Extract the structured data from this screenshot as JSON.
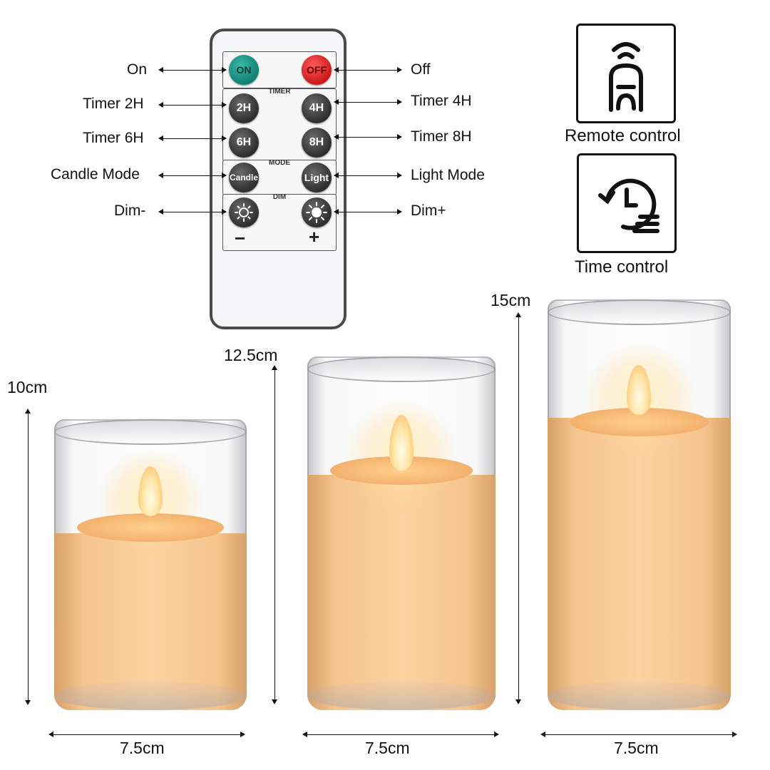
{
  "remote": {
    "buttons": {
      "on": "ON",
      "off": "OFF",
      "t2": "2H",
      "t4": "4H",
      "t6": "6H",
      "t8": "8H",
      "candle": "Candle",
      "light": "Light",
      "minus": "−",
      "plus": "+"
    },
    "sections": {
      "timer": "TIMER",
      "mode": "MODE",
      "dim": "DIM"
    },
    "colors": {
      "on": "#139184",
      "off": "#e01e1e"
    }
  },
  "labels": {
    "on": "On",
    "off": "Off",
    "timer2": "Timer 2H",
    "timer4": "Timer 4H",
    "timer6": "Timer 6H",
    "timer8": "Timer 8H",
    "candle_mode": "Candle Mode",
    "light_mode": "Light Mode",
    "dim_minus": "Dim-",
    "dim_plus": "Dim+"
  },
  "features": [
    {
      "icon": "remote-control-icon",
      "caption": "Remote control"
    },
    {
      "icon": "timer-clock-icon",
      "caption": "Time control"
    }
  ],
  "candles": [
    {
      "height": "10cm",
      "width": "7.5cm"
    },
    {
      "height": "12.5cm",
      "width": "7.5cm"
    },
    {
      "height": "15cm",
      "width": "7.5cm"
    }
  ]
}
